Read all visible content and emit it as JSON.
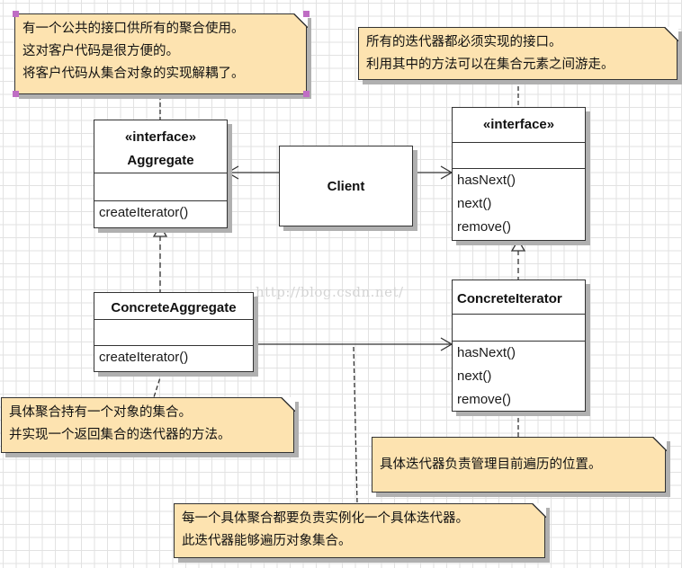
{
  "diagram": {
    "type": "uml-class-diagram",
    "pattern": "Iterator"
  },
  "classes": {
    "aggregate": {
      "stereotype": "«interface»",
      "name": "Aggregate",
      "operations": [
        "createIterator()"
      ]
    },
    "client": {
      "name": "Client"
    },
    "iterator": {
      "stereotype": "«interface»",
      "operations": [
        "hasNext()",
        "next()",
        "remove()"
      ]
    },
    "concrete_aggregate": {
      "name": "ConcreteAggregate",
      "operations": [
        "createIterator()"
      ]
    },
    "concrete_iterator": {
      "name": "ConcreteIterator",
      "operations": [
        "hasNext()",
        "next()",
        "remove()"
      ]
    }
  },
  "notes": {
    "aggregate_note": {
      "lines": [
        "有一个公共的接口供所有的聚合使用。",
        "这对客户代码是很方便的。",
        "将客户代码从集合对象的实现解耦了。"
      ]
    },
    "iterator_note": {
      "lines": [
        "所有的迭代器都必须实现的接口。",
        "利用其中的方法可以在集合元素之间游走。"
      ]
    },
    "concrete_aggregate_note": {
      "lines": [
        "具体聚合持有一个对象的集合。",
        "并实现一个返回集合的迭代器的方法。"
      ]
    },
    "concrete_iterator_note": {
      "lines": [
        "具体迭代器负责管理目前遍历的位置。"
      ]
    },
    "create_note": {
      "lines": [
        "每一个具体聚合都要负责实例化一个具体迭代器。",
        "此迭代器能够遍历对象集合。"
      ]
    }
  },
  "watermark": "http://blog.csdn.net/",
  "colors": {
    "note_fill": "#fde3b0",
    "selection_handle": "#bf6ec4",
    "grid": "#e2e2e2"
  }
}
